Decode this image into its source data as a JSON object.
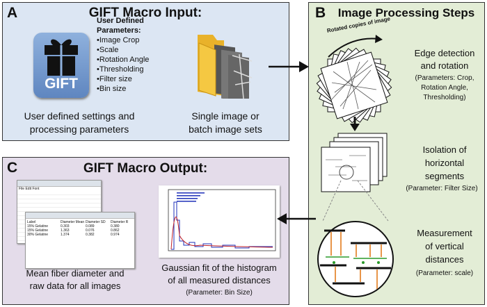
{
  "panel_a": {
    "letter": "A",
    "title": "GIFT Macro Input:",
    "logo_text": "GIFT",
    "params_header": "User Defined Parameters:",
    "params": [
      "•Image Crop",
      "•Scale",
      "•Rotation Angle",
      "•Thresholding",
      "•Filter size",
      "•Bin size"
    ],
    "caption_left": [
      "User defined settings and",
      "processing parameters"
    ],
    "caption_right": [
      "Single image or",
      "batch image sets"
    ]
  },
  "panel_b": {
    "letter": "B",
    "title": "Image Processing Steps",
    "rotated_label": "Rotated copies of image",
    "step1_title": [
      "Edge detection",
      "and rotation"
    ],
    "step1_params": [
      "(Parameters: Crop,",
      "Rotation Angle,",
      "Thresholding)"
    ],
    "step2_title": [
      "Isolation of",
      "horizontal",
      "segments"
    ],
    "step2_params": "(Parameter: Filter Size)",
    "step3_title": [
      "Measurement",
      "of vertical",
      "distances"
    ],
    "step3_params": "(Parameter: scale)"
  },
  "panel_c": {
    "letter": "C",
    "title": "GIFT Macro Output:",
    "caption_left": [
      "Mean fiber diameter and",
      "raw data for all images"
    ],
    "caption_right": [
      "Gaussian fit of the histogram",
      "of all measured distances"
    ],
    "caption_right_params": "(Parameter: Bin Size)",
    "window_menu": [
      "File",
      "Edit",
      "Font"
    ],
    "results_rows": [
      [
        "Label",
        "Diameter Mean",
        "Diameter SD",
        "Diameter R"
      ],
      [
        "15% Gelatine",
        "0.303",
        "0.089",
        "0.380"
      ],
      [
        "15% Gelatine",
        "1.363",
        "0.076",
        "0.862"
      ],
      [
        "30% Gelatine",
        "1.374",
        "0.382",
        "0.974"
      ]
    ]
  }
}
